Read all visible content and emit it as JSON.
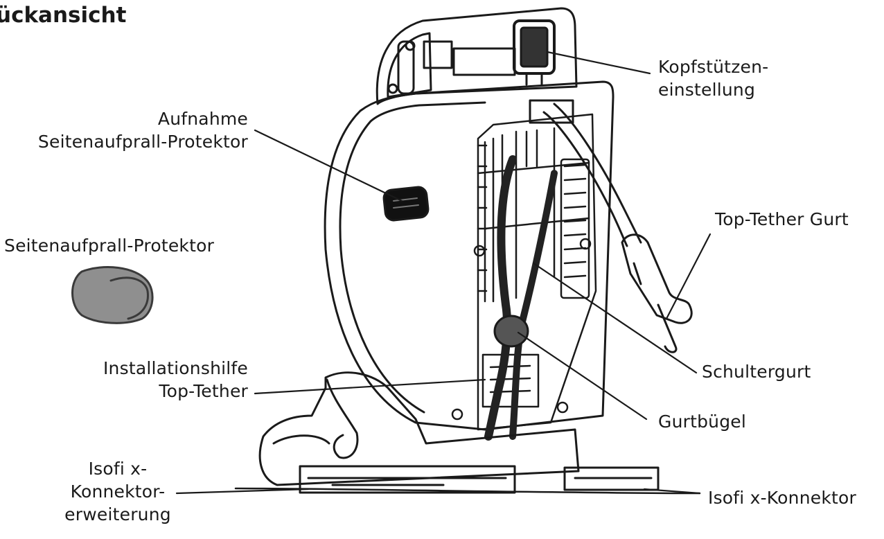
{
  "title": "ückansicht",
  "labels": {
    "headrest_adjust": [
      "Kopfstützen-",
      "einstellung"
    ],
    "side_impact_holder": [
      "Aufnahme",
      "Seitenaufprall-Protektor"
    ],
    "side_impact_protector": "Seitenaufprall-Protektor",
    "top_tether_strap": "Top-Tether Gurt",
    "shoulder_belt": "Schultergurt",
    "belt_guide": "Gurtbügel",
    "installation_aid": [
      "Installationshilfe",
      "Top-Tether"
    ],
    "isofix_extension": [
      "Isofi x-",
      "Konnektor-",
      "erweiterung"
    ],
    "isofix_connector": "Isofi x-Konnektor"
  },
  "colors": {
    "line": "#1a1a1a",
    "protector_fill": "#8f8f8f",
    "badge_fill": "#111111"
  }
}
